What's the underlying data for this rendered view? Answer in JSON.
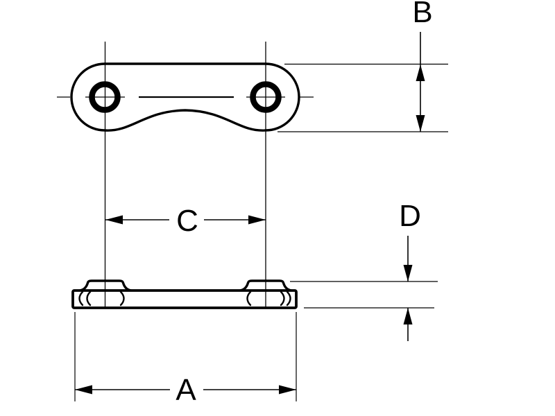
{
  "drawing": {
    "background_color": "#ffffff",
    "line_color": "#000000",
    "dimension_labels": {
      "a": "A",
      "b": "B",
      "c": "C",
      "d": "D"
    }
  }
}
